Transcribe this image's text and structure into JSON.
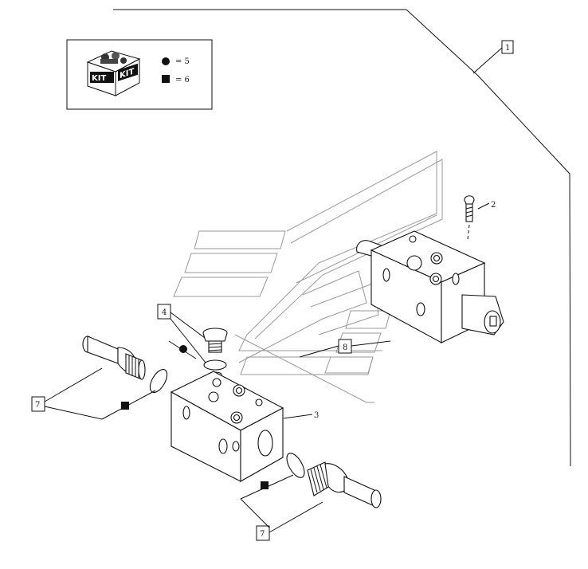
{
  "legend": {
    "kit_label": "KIT",
    "circle_text": "= 5",
    "square_text": "= 6"
  },
  "callouts": {
    "c1": "1",
    "c2": "2",
    "c3": "3",
    "c4": "4",
    "c7a": "7",
    "c7b": "7",
    "c8": "8"
  }
}
